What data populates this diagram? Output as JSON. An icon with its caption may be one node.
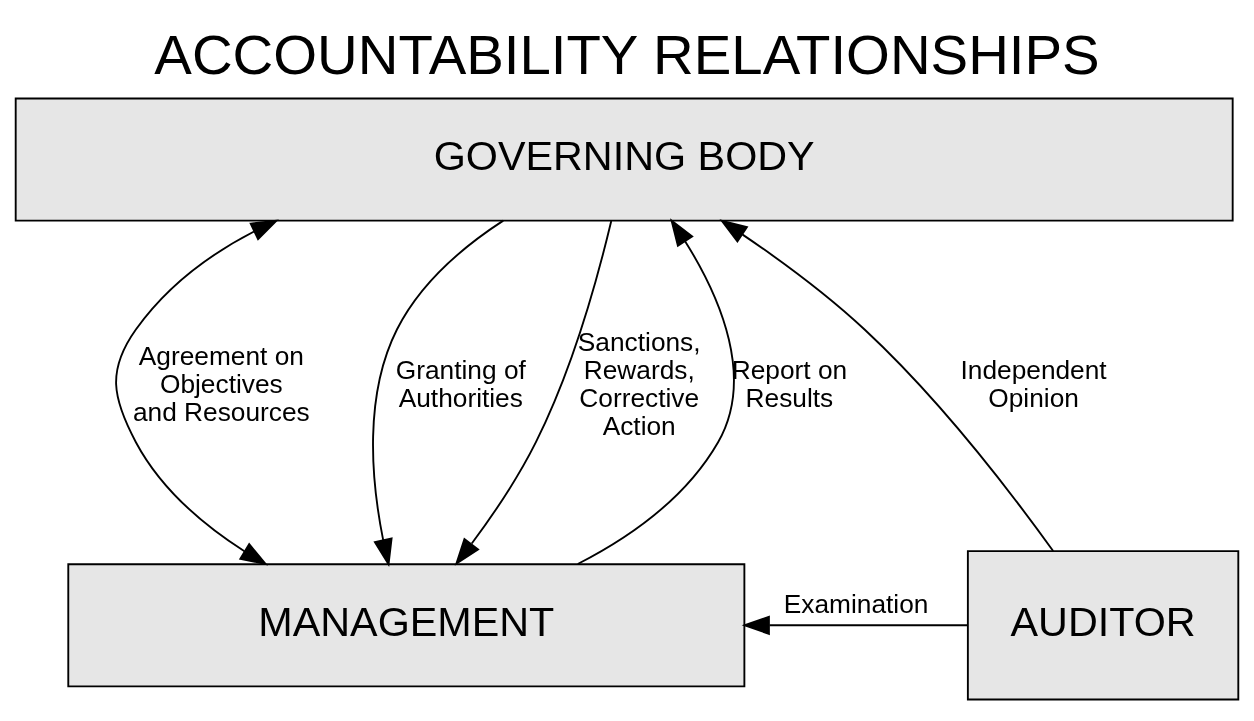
{
  "diagram": {
    "title": "ACCOUNTABILITY RELATIONSHIPS",
    "nodes": [
      {
        "text": [
          "GOVERNING BODY"
        ]
      },
      {
        "text": [
          "MANAGEMENT"
        ]
      },
      {
        "text": [
          "AUDITOR"
        ]
      }
    ],
    "edges": [
      {
        "from": 0,
        "to": 1,
        "arrow": "both",
        "label": "Agreement on Objectives and Resources"
      },
      {
        "from": 0,
        "to": 1,
        "arrow": "to",
        "label": "Granting of Authorities"
      },
      {
        "from": 0,
        "to": 1,
        "arrow": "to",
        "label": "Sanctions, Rewards, Corrective Action"
      },
      {
        "from": 1,
        "to": 0,
        "arrow": "to",
        "label": "Report on Results"
      },
      {
        "from": 2,
        "to": 0,
        "arrow": "to",
        "label": "Independent Opinion"
      },
      {
        "from": 2,
        "to": 1,
        "arrow": "to",
        "label": "Examination"
      }
    ]
  }
}
